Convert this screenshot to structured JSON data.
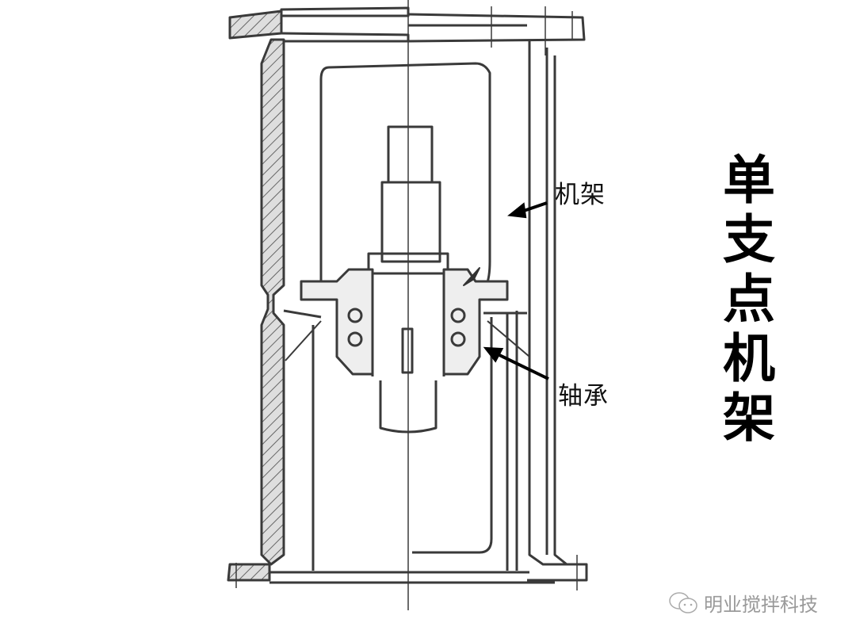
{
  "diagram": {
    "title_chars": [
      "单",
      "支",
      "点",
      "机",
      "架"
    ],
    "title": "单支点机架",
    "labels": {
      "frame": "机架",
      "bearing": "轴承"
    },
    "watermark": {
      "icon": "wechat-icon",
      "text": "明业搅拌科技"
    },
    "colors": {
      "line": "#3a3a3a",
      "hatch_fill": "#d8d8d8",
      "text": "#111111",
      "watermark": "#9a9a9a"
    }
  }
}
